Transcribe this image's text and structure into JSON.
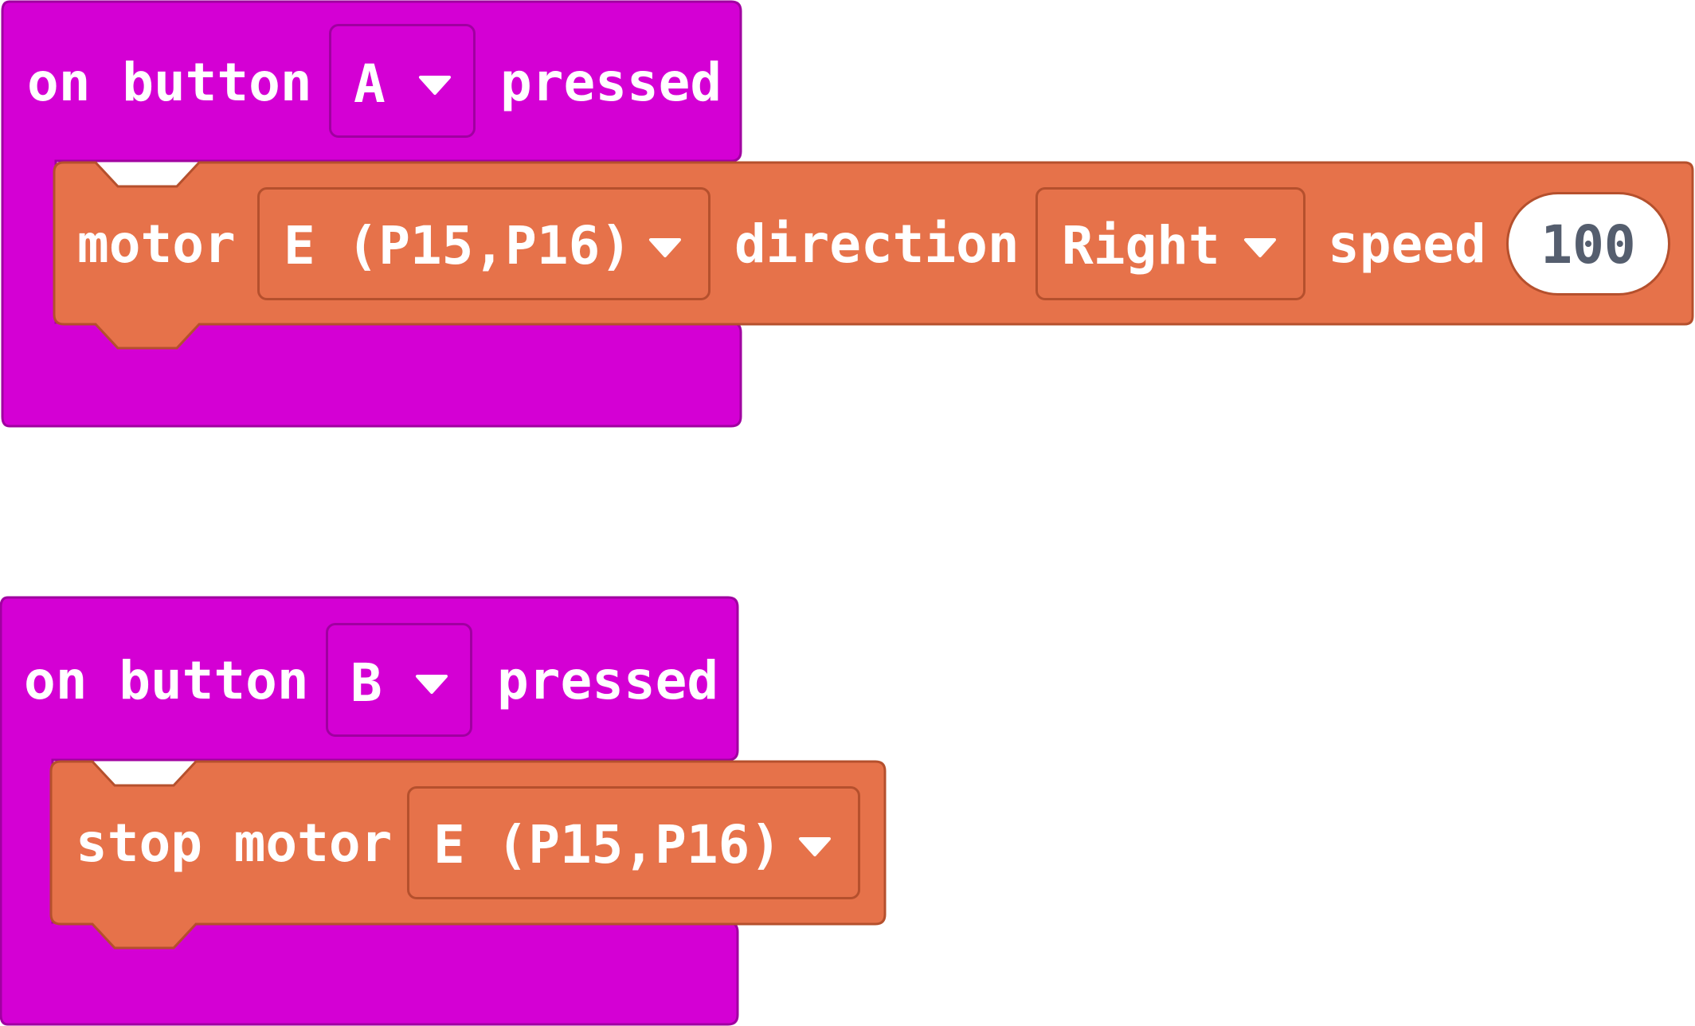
{
  "colors": {
    "event_block": "#d400d4",
    "event_block_border": "#a000a0",
    "motor_block": "#e6724a",
    "motor_block_border": "#b5502d",
    "number_text": "#555e6e"
  },
  "block_a": {
    "label_prefix": "on button",
    "button_value": "A",
    "label_suffix": "pressed",
    "motor": {
      "label": "motor",
      "port_value": "E (P15,P16)",
      "direction_label": "direction",
      "direction_value": "Right",
      "speed_label": "speed",
      "speed_value": "100"
    }
  },
  "block_b": {
    "label_prefix": "on button",
    "button_value": "B",
    "label_suffix": "pressed",
    "stop": {
      "label": "stop motor",
      "port_value": "E (P15,P16)"
    }
  }
}
